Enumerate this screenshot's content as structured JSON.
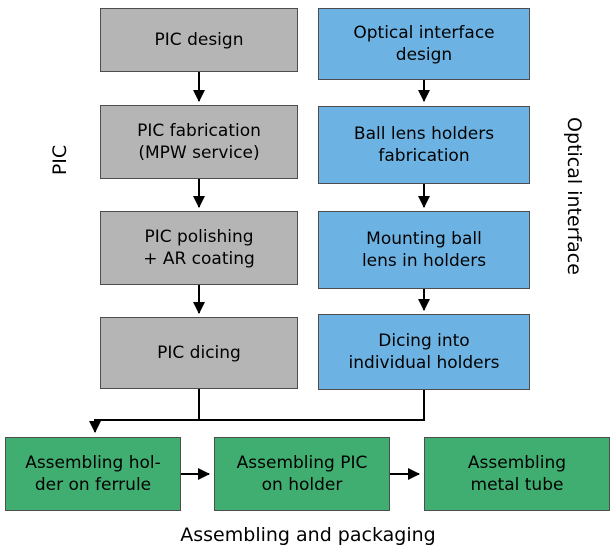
{
  "diagram_title": "Assembling and packaging",
  "colors": {
    "pic": "#b5b5b5",
    "optical": "#6cb3e3",
    "assembly": "#3fae70",
    "border": "#4d4d4d",
    "arrow": "#000000"
  },
  "columns": {
    "pic": {
      "label": "PIC",
      "steps": [
        "PIC design",
        "PIC fabrication\n(MPW service)",
        "PIC polishing\n+ AR coating",
        "PIC dicing"
      ]
    },
    "optical": {
      "label": "Optical interface",
      "steps": [
        "Optical interface\ndesign",
        "Ball lens holders\nfabrication",
        "Mounting ball\nlens in holders",
        "Dicing into\nindividual holders"
      ]
    }
  },
  "assembly": {
    "label": "Assembling and packaging",
    "steps": [
      "Assembling hol-\nder on ferrule",
      "Assembling PIC\non holder",
      "Assembling\nmetal tube"
    ]
  }
}
